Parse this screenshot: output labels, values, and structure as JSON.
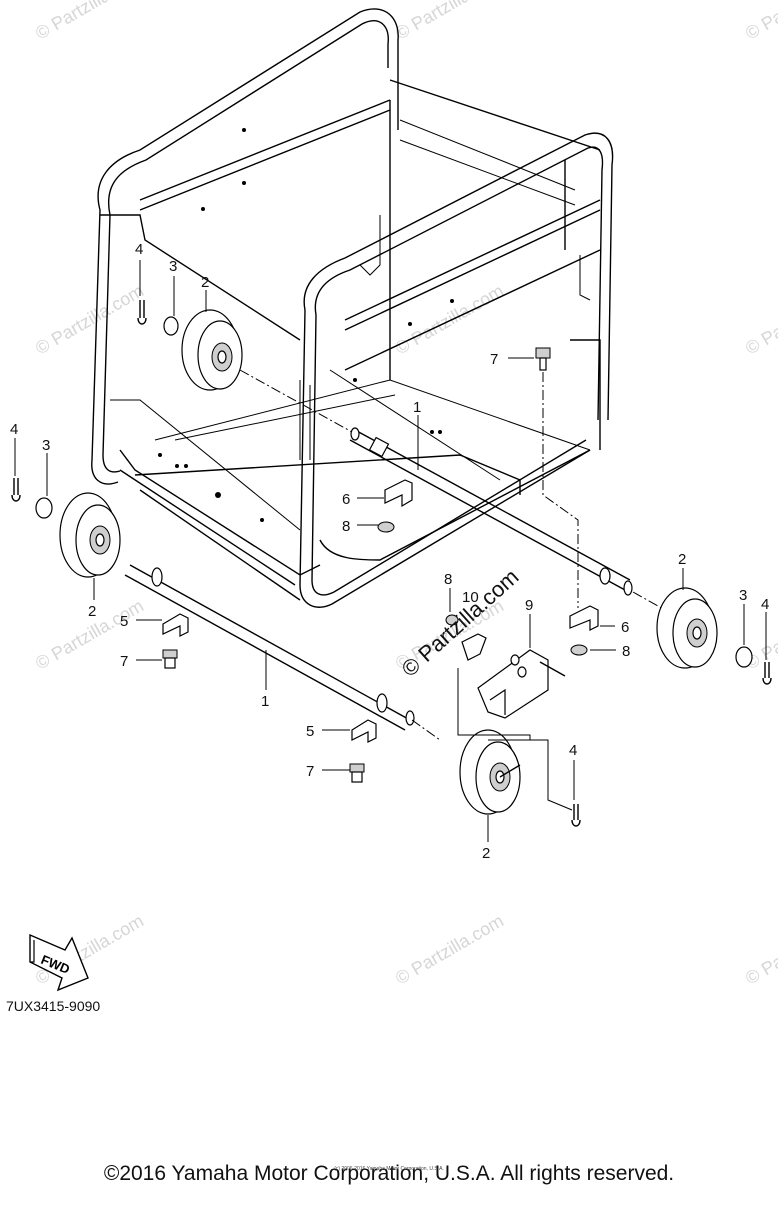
{
  "watermarks": [
    "© Partzilla.com",
    "© Partzilla.com",
    "© Partzilla.com",
    "© Partzilla.com",
    "© Partzilla.com",
    "© Partzilla.com",
    "© Partzilla.com",
    "© Partzilla.com",
    "© Partzilla.com",
    "© Partzilla.com",
    "© Partzilla.com",
    "© Partzilla.com"
  ],
  "center_watermark": "© Partzilla.com",
  "fwd_label": "FWD",
  "diagram_code": "7UX3415-9090",
  "footer": "©2016 Yamaha Motor Corporation, U.S.A. All rights reserved.",
  "footer_small": "(c) 2006-2016 Yamaha Motor Corporation, U.S.A.",
  "callouts": [
    "4",
    "3",
    "2",
    "7",
    "1",
    "4",
    "3",
    "6",
    "8",
    "2",
    "8",
    "10",
    "9",
    "2",
    "3",
    "4",
    "5",
    "6",
    "7",
    "8",
    "1",
    "5",
    "4",
    "7",
    "2"
  ]
}
